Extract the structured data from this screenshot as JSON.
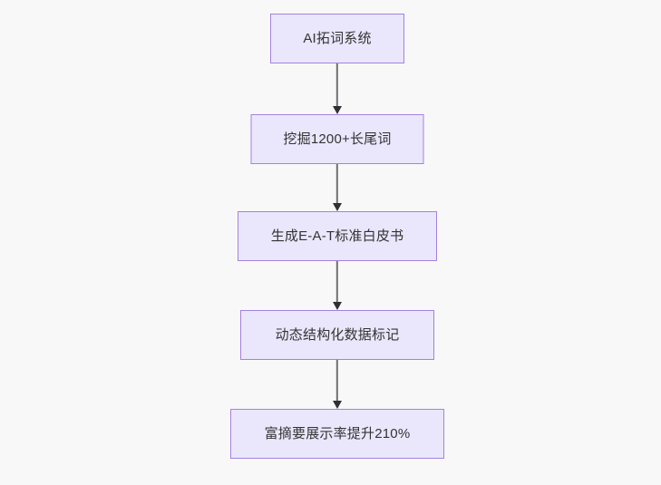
{
  "diagram": {
    "type": "flowchart",
    "orientation": "top-to-bottom",
    "background_color": "#f8f8f8",
    "node_fill_color": "#eae7fc",
    "node_border_color": "#a481e0",
    "edge_color": "#707070",
    "text_color": "#333333",
    "nodes": [
      {
        "id": "n1",
        "label": "AI拓词系统"
      },
      {
        "id": "n2",
        "label": "挖掘1200+长尾词"
      },
      {
        "id": "n3",
        "label": "生成E-A-T标准白皮书"
      },
      {
        "id": "n4",
        "label": "动态结构化数据标记"
      },
      {
        "id": "n5",
        "label": "富摘要展示率提升210%"
      }
    ],
    "edges": [
      {
        "id": "e1",
        "from": "n1",
        "to": "n2",
        "arrow": "arrow-down-icon"
      },
      {
        "id": "e2",
        "from": "n2",
        "to": "n3",
        "arrow": "arrow-down-icon"
      },
      {
        "id": "e3",
        "from": "n3",
        "to": "n4",
        "arrow": "arrow-down-icon"
      },
      {
        "id": "e4",
        "from": "n4",
        "to": "n5",
        "arrow": "arrow-down-icon"
      }
    ]
  }
}
